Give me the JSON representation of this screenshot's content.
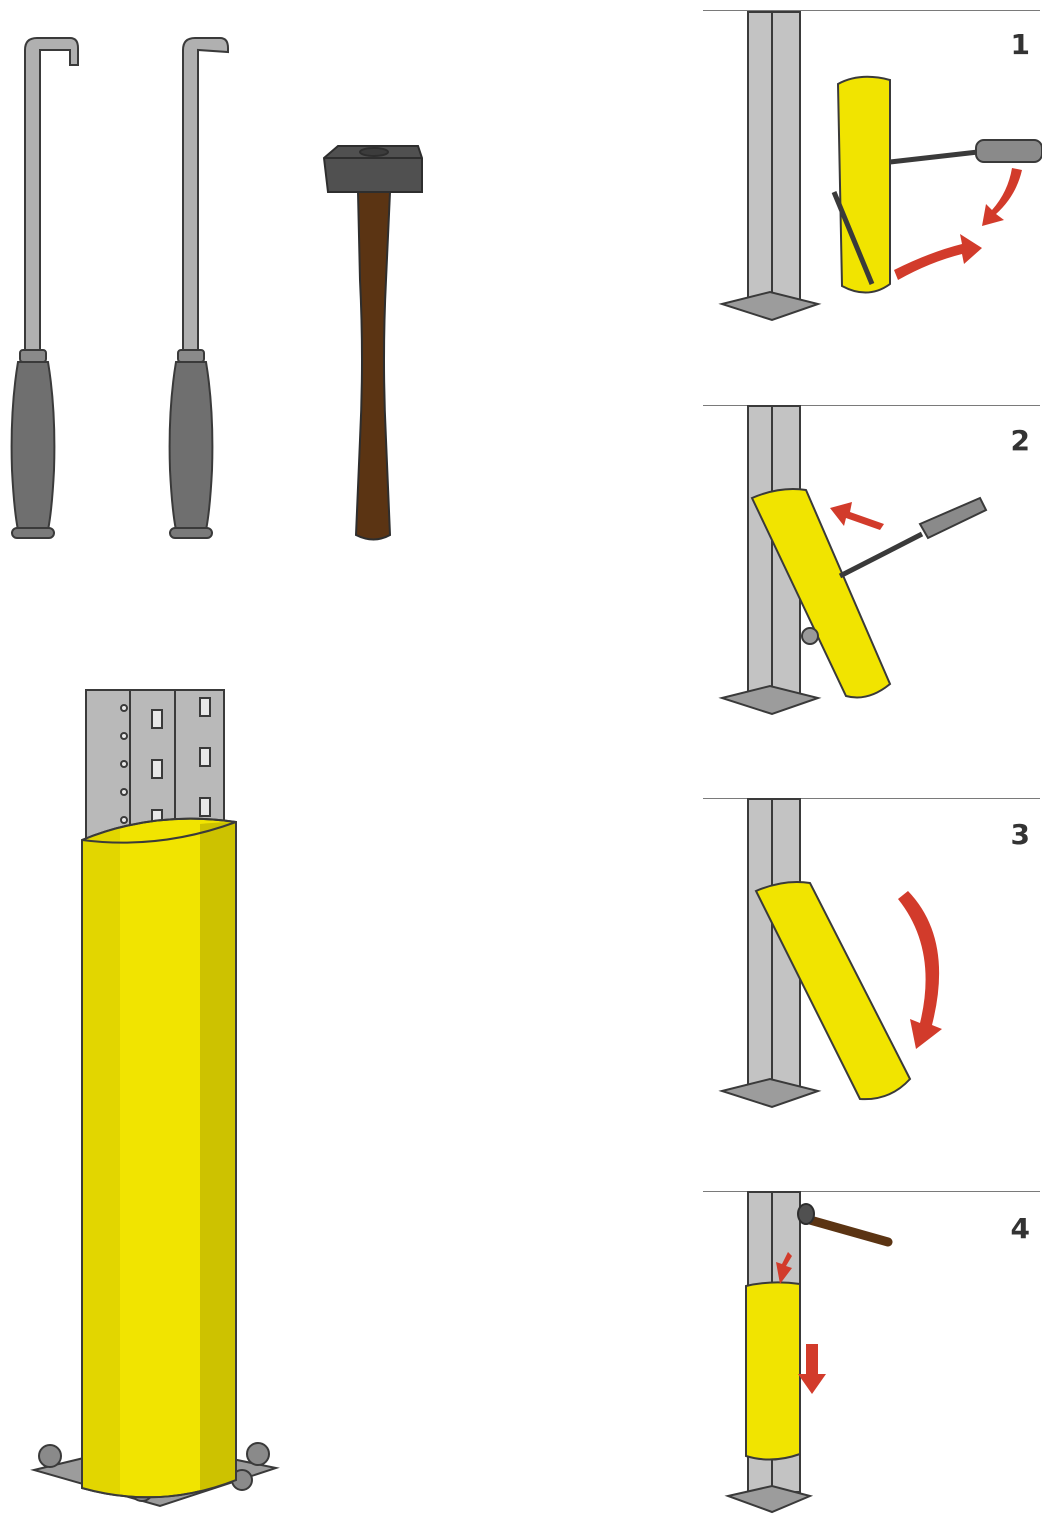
{
  "steps": [
    {
      "number": "1"
    },
    {
      "number": "2"
    },
    {
      "number": "3"
    },
    {
      "number": "4"
    }
  ],
  "colors": {
    "guard_yellow": "#f1e400",
    "guard_shadow": "#cdc200",
    "upright_gray": "#b9b9b9",
    "tool_gray": "#a9a9a9",
    "grip_gray": "#6f6f6f",
    "hammer_head": "#505050",
    "hammer_handle": "#5b3413",
    "arrow_red": "#d23b2b",
    "outline": "#3a3a3a"
  },
  "icons": [
    "hook-tool-icon",
    "sledgehammer-icon",
    "curved-arrow-icon",
    "straight-arrow-icon"
  ]
}
